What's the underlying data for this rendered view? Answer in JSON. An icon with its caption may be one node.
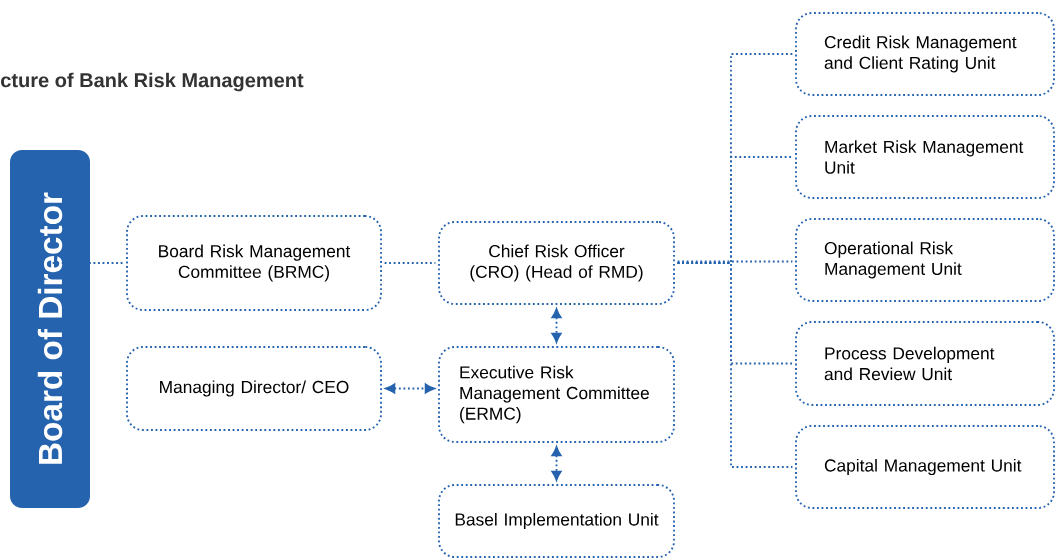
{
  "diagram": {
    "title": "cture of Bank Risk Management",
    "nodes": [
      {
        "text": [
          "Board of Director"
        ]
      },
      {
        "text": [
          "Board Risk Management Committee (BRMC)"
        ]
      },
      {
        "text": [
          "Chief Risk Officer (CRO) (Head of RMD)"
        ]
      },
      {
        "text": [
          "Managing Director/ CEO"
        ]
      },
      {
        "text": [
          "Executive Risk Management Committee (ERMC)"
        ]
      },
      {
        "text": [
          "Basel Implementation Unit"
        ]
      },
      {
        "text": [
          "Credit Risk Management and Client Rating Unit"
        ]
      },
      {
        "text": [
          "Market Risk Management Unit"
        ]
      },
      {
        "text": [
          "Operational Risk Management Unit"
        ]
      },
      {
        "text": [
          "Process Development and Review Unit"
        ]
      },
      {
        "text": [
          "Capital Management Unit"
        ]
      }
    ],
    "edges": [
      {
        "from": 0,
        "to": 1,
        "arrow": "none"
      },
      {
        "from": 1,
        "to": 2,
        "arrow": "none"
      },
      {
        "from": 2,
        "to": 6,
        "arrow": "none"
      },
      {
        "from": 2,
        "to": 7,
        "arrow": "none"
      },
      {
        "from": 2,
        "to": 8,
        "arrow": "none"
      },
      {
        "from": 2,
        "to": 9,
        "arrow": "none"
      },
      {
        "from": 2,
        "to": 10,
        "arrow": "none"
      },
      {
        "from": 2,
        "to": 4,
        "arrow": "both"
      },
      {
        "from": 3,
        "to": 4,
        "arrow": "both"
      },
      {
        "from": 4,
        "to": 5,
        "arrow": "both"
      }
    ]
  }
}
